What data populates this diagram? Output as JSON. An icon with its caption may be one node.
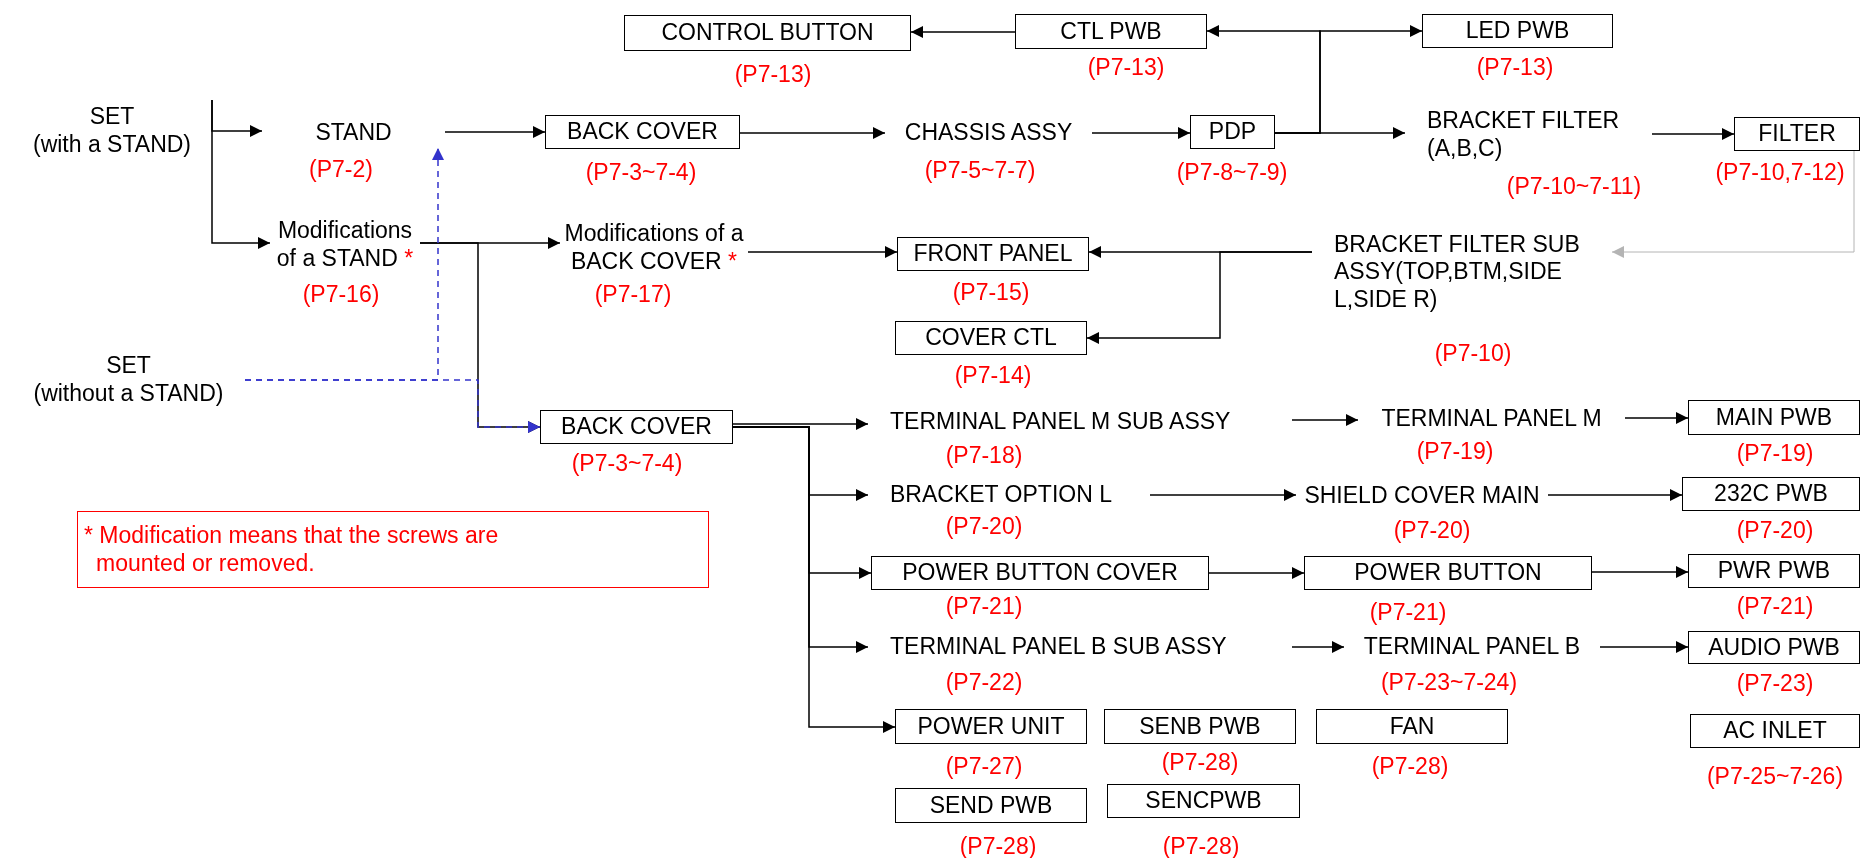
{
  "diagram": {
    "nodes": [
      {
        "text": [
          "SET",
          "(with a STAND)"
        ]
      },
      {
        "text": [
          "STAND"
        ],
        "beside": [
          "(P7-2)"
        ]
      },
      {
        "text": [
          "BACK COVER"
        ],
        "beside": [
          "(P7-3~7-4)"
        ]
      },
      {
        "text": [
          "CHASSIS ASSY"
        ],
        "beside": [
          "(P7-5~7-7)"
        ]
      },
      {
        "text": [
          "PDP"
        ],
        "beside": [
          "(P7-8~7-9)"
        ]
      },
      {
        "text": [
          "CTL PWB"
        ],
        "beside": [
          "(P7-13)"
        ]
      },
      {
        "text": [
          "CONTROL BUTTON"
        ],
        "beside": [
          "(P7-13)"
        ]
      },
      {
        "text": [
          "LED PWB"
        ],
        "beside": [
          "(P7-13)"
        ]
      },
      {
        "text": [
          "BRACKET FILTER (A,B,C)"
        ],
        "beside": [
          "(P7-10~7-11)"
        ]
      },
      {
        "text": [
          "FILTER"
        ],
        "beside": [
          "(P7-10,7-12)"
        ]
      },
      {
        "text": [
          "BRACKET FILTER SUB ASSY(TOP,BTM,SIDE L,SIDE R)"
        ],
        "beside": [
          "(P7-10)"
        ]
      },
      {
        "text": [
          "FRONT PANEL"
        ],
        "beside": [
          "(P7-15)"
        ]
      },
      {
        "text": [
          "COVER CTL"
        ],
        "beside": [
          "(P7-14)"
        ]
      },
      {
        "text": [
          "Modifications of a STAND",
          "*"
        ],
        "beside": [
          "(P7-16)"
        ]
      },
      {
        "text": [
          "SET",
          "(without a STAND)"
        ]
      },
      {
        "text": [
          "Modifications of a BACK COVER",
          "*"
        ],
        "beside": [
          "(P7-17)"
        ]
      },
      {
        "text": [
          "BACK COVER"
        ],
        "beside": [
          "(P7-3~7-4)"
        ]
      },
      {
        "text": [
          "TERMINAL PANEL M SUB ASSY"
        ],
        "beside": [
          "(P7-18)"
        ]
      },
      {
        "text": [
          "TERMINAL PANEL M"
        ],
        "beside": [
          "(P7-19)"
        ]
      },
      {
        "text": [
          "MAIN PWB"
        ],
        "beside": [
          "(P7-19)"
        ]
      },
      {
        "text": [
          "BRACKET OPTION L"
        ],
        "beside": [
          "(P7-20)"
        ]
      },
      {
        "text": [
          "SHIELD COVER MAIN"
        ],
        "beside": [
          "(P7-20)"
        ]
      },
      {
        "text": [
          "232C PWB"
        ],
        "beside": [
          "(P7-20)"
        ]
      },
      {
        "text": [
          "POWER BUTTON COVER"
        ],
        "beside": [
          "(P7-21)"
        ]
      },
      {
        "text": [
          "POWER BUTTON"
        ],
        "beside": [
          "(P7-21)"
        ]
      },
      {
        "text": [
          "PWR PWB"
        ],
        "beside": [
          "(P7-21)"
        ]
      },
      {
        "text": [
          "TERMINAL PANEL B SUB ASSY"
        ],
        "beside": [
          "(P7-22)"
        ]
      },
      {
        "text": [
          "TERMINAL PANEL B"
        ],
        "beside": [
          "(P7-23~7-24)"
        ]
      },
      {
        "text": [
          "AUDIO PWB"
        ],
        "beside": [
          "(P7-23)"
        ]
      },
      {
        "text": [
          "POWER UNIT"
        ],
        "beside": [
          "(P7-27)"
        ]
      },
      {
        "text": [
          "SENB PWB"
        ],
        "beside": [
          "(P7-28)"
        ]
      },
      {
        "text": [
          "FAN"
        ],
        "beside": [
          "(P7-28)"
        ]
      },
      {
        "text": [
          "AC INLET"
        ],
        "beside": [
          "(P7-25~7-26)"
        ]
      },
      {
        "text": [
          "SEND PWB"
        ],
        "beside": [
          "(P7-28)"
        ]
      },
      {
        "text": [
          "SENCPWB"
        ],
        "beside": [
          "(P7-28)"
        ]
      },
      {
        "text": [
          "* Modification means that the screws are mounted or removed."
        ]
      }
    ],
    "edges": [
      {
        "from": 0,
        "to": 1,
        "arrow": "to"
      },
      {
        "from": 0,
        "to": 13,
        "arrow": "to"
      },
      {
        "from": 1,
        "to": 2,
        "arrow": "to"
      },
      {
        "from": 2,
        "to": 3,
        "arrow": "to"
      },
      {
        "from": 3,
        "to": 4,
        "arrow": "to"
      },
      {
        "from": 4,
        "to": 8,
        "arrow": "to"
      },
      {
        "from": 4,
        "to": 5,
        "arrow": "to"
      },
      {
        "from": 4,
        "to": 7,
        "arrow": "to"
      },
      {
        "from": 5,
        "to": 6,
        "arrow": "to"
      },
      {
        "from": 8,
        "to": 9,
        "arrow": "to"
      },
      {
        "from": 9,
        "to": 10,
        "arrow": "to",
        "color": "#b4b4b4"
      },
      {
        "from": 10,
        "to": 11,
        "arrow": "to"
      },
      {
        "from": 10,
        "to": 12,
        "arrow": "to"
      },
      {
        "from": 13,
        "to": 15,
        "arrow": "to"
      },
      {
        "from": 13,
        "to": 16,
        "arrow": "to"
      },
      {
        "from": 14,
        "to": 1,
        "arrow": "to",
        "style": "dashed",
        "color": "#3333cc"
      },
      {
        "from": 14,
        "to": 16,
        "arrow": "to",
        "style": "dashed",
        "color": "#3333cc"
      },
      {
        "from": 15,
        "to": 11,
        "arrow": "to"
      },
      {
        "from": 16,
        "to": 17,
        "arrow": "to"
      },
      {
        "from": 16,
        "to": 20,
        "arrow": "to"
      },
      {
        "from": 16,
        "to": 23,
        "arrow": "to"
      },
      {
        "from": 16,
        "to": 26,
        "arrow": "to"
      },
      {
        "from": 16,
        "to": 29,
        "arrow": "to"
      },
      {
        "from": 17,
        "to": 18,
        "arrow": "to"
      },
      {
        "from": 18,
        "to": 19,
        "arrow": "to"
      },
      {
        "from": 20,
        "to": 21,
        "arrow": "to"
      },
      {
        "from": 21,
        "to": 22,
        "arrow": "to"
      },
      {
        "from": 23,
        "to": 24,
        "arrow": "to"
      },
      {
        "from": 24,
        "to": 25,
        "arrow": "to"
      },
      {
        "from": 26,
        "to": 27,
        "arrow": "to"
      },
      {
        "from": 27,
        "to": 28,
        "arrow": "to"
      }
    ]
  }
}
